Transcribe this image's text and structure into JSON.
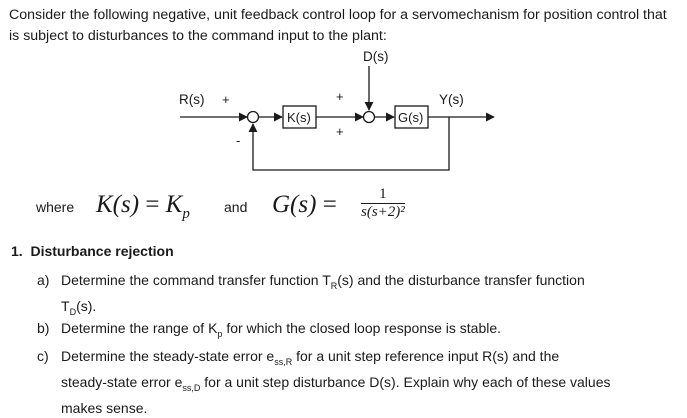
{
  "intro": "Consider the following negative, unit feedback control loop for a servomechanism for position control that is subject to disturbances to the command input to the plant:",
  "diagram": {
    "input_label": "R(s)",
    "disturbance_label": "D(s)",
    "output_label": "Y(s)",
    "controller_label": "K(s)",
    "plant_label": "G(s)",
    "sum1_plus": "+",
    "sum1_minus": "-",
    "sum2_plus_top": "+",
    "sum2_plus_bottom": "+"
  },
  "equations": {
    "where": "where",
    "and": "and",
    "k_lhs": "K(s)",
    "eq": "=",
    "kp": "K",
    "kp_sub": "p",
    "g_lhs": "G(s)",
    "g_num": "1",
    "g_den": "s(s+2)²"
  },
  "section": {
    "number": "1.",
    "title": "Disturbance rejection"
  },
  "items": [
    {
      "label": "a)",
      "line1_pre": "Determine the command transfer function T",
      "line1_sub": "R",
      "line1_post": "(s) and the disturbance transfer function",
      "line2_pre": "T",
      "line2_sub": "D",
      "line2_post": "(s)."
    },
    {
      "label": "b)",
      "pre": "Determine the range of K",
      "sub": "p",
      "post": " for which the closed loop response is stable."
    },
    {
      "label": "c)",
      "line1_pre": "Determine the steady-state error e",
      "line1_sub": "ss,R",
      "line1_post": " for a unit step reference input R(s) and the",
      "line2_pre": "steady-state error e",
      "line2_sub": "ss,D",
      "line2_post": " for a unit step disturbance D(s).   Explain why each of these values",
      "line3": "makes sense."
    }
  ]
}
